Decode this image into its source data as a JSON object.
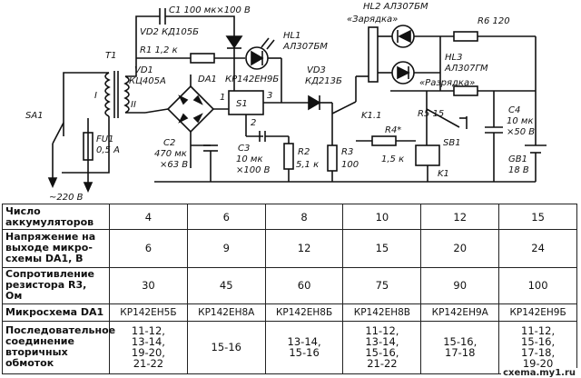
{
  "schematic": {
    "labels": {
      "c1": "C1  100 мк×100 В",
      "vd2": "VD2  КД105Б",
      "r1": "R1  1,2 к",
      "hl1a": "HL1",
      "hl1b": "АЛ307БМ",
      "t1": "T1",
      "vd1a": "VD1",
      "vd1b": "КЦ405А",
      "da1a": "DA1",
      "da1b": "КР142ЕН9Б",
      "vd3a": "VD3",
      "vd3b": "КД213Б",
      "wind1": "I",
      "wind2": "II",
      "sa1": "SA1",
      "fu1a": "FU1",
      "fu1b": "0,5 А",
      "mains": "~220 В",
      "c2a": "C2",
      "c2b": "470 мк",
      "c2c": "×63 В",
      "c3a": "C3",
      "c3b": "10 мк",
      "c3c": "×100 В",
      "r2a": "R2",
      "r2b": "5,1 к",
      "r3a": "R3",
      "r3b": "100",
      "pin1": "1",
      "pin2": "2",
      "pin3": "3",
      "s1": "S1",
      "hl2": "HL2  АЛ307БМ",
      "hl2note": "«Зарядка»",
      "r6": "R6 120",
      "hl3a": "HL3",
      "hl3b": "АЛ307ГМ",
      "hl3note": "«Разрядка»",
      "k11": "K1.1",
      "r5": "R5 15",
      "r4a": "R4*",
      "r4b": "1,5 к",
      "sb1": "SB1",
      "k1": "K1",
      "c4a": "C4",
      "c4b": "10 мк",
      "c4c": "×50 В",
      "gb1a": "GB1",
      "gb1b": "18 В"
    }
  },
  "table": {
    "rows": [
      {
        "header": "Число\nаккумуляторов",
        "values": [
          "4",
          "6",
          "8",
          "10",
          "12",
          "15"
        ]
      },
      {
        "header": "Напряжение на\nвыходе микро-\nсхемы DA1, В",
        "values": [
          "6",
          "9",
          "12",
          "15",
          "20",
          "24"
        ]
      },
      {
        "header": "Сопротивление\nрезистора R3, Ом",
        "values": [
          "30",
          "45",
          "60",
          "75",
          "90",
          "100"
        ]
      },
      {
        "header": "Микросхема DA1",
        "values": [
          "КР142ЕН5Б",
          "КР142ЕН8А",
          "КР142ЕН8Б",
          "КР142ЕН8В",
          "КР142ЕН9А",
          "КР142ЕН9Б"
        ]
      },
      {
        "header": "Последовательное\nсоединение\nвторичных\nобмоток",
        "values": [
          "11-12,\n13-14,\n19-20,\n21-22",
          "15-16",
          "13-14,\n15-16",
          "11-12,\n13-14,\n15-16,\n21-22",
          "15-16,\n17-18",
          "11-12,\n15-16,\n17-18,\n19-20"
        ]
      }
    ]
  },
  "watermark": "cxema.my1.ru"
}
